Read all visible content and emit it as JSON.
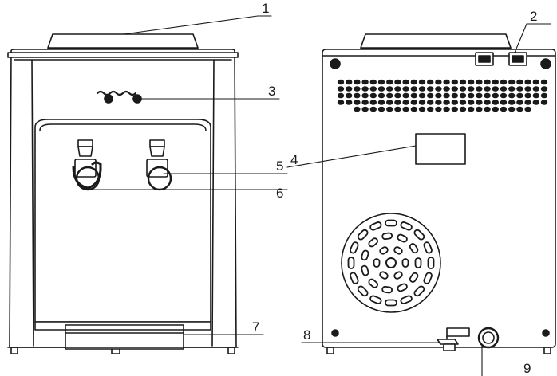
{
  "callouts": {
    "c1": "1",
    "c2": "2",
    "c3": "3",
    "c4": "4",
    "c5": "5",
    "c6": "6",
    "c7": "7",
    "c8": "8",
    "c9": "9"
  },
  "colors": {
    "stroke": "#1a1a1a",
    "fill": "#ffffff",
    "dark": "#1a1a1a"
  },
  "icons": {
    "logo": "wave-logo-icon",
    "tap": "tap-icon",
    "fan": "fan-grille-icon",
    "vents": "vent-holes-icon"
  }
}
